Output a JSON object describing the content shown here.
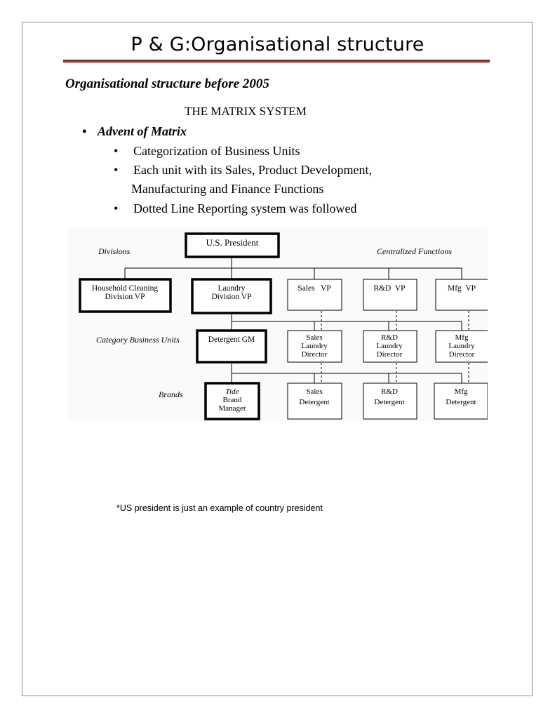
{
  "page": {
    "title": "P & G:Organisational structure",
    "subheading": "Organisational structure before 2005",
    "matrix_heading": "THE MATRIX SYSTEM",
    "bullet": "Advent of Matrix",
    "sub_bullets": [
      "Categorization of Business Units",
      "Each unit with its Sales, Product Development,",
      "Manufacturing and Finance Functions",
      "Dotted Line Reporting system was followed"
    ],
    "bullet_symbol": "•",
    "footnote": "*US president is just an example of country president",
    "accent_color": "#7b2a26"
  },
  "org_chart": {
    "row_labels": {
      "divisions": "Divisions",
      "centralized": "Centralized Functions",
      "category": "Category Business Units",
      "brands": "Brands"
    },
    "president": "U.S. President",
    "household": [
      "Household Cleaning",
      "Division VP"
    ],
    "laundry": [
      "Laundry",
      "Division VP"
    ],
    "sales_vp": "Sales   VP",
    "rd_vp": "R&D  VP",
    "mfg_vp": "Mfg  VP",
    "detergent_gm": "Detergent GM",
    "sales_laundry": [
      "Sales",
      "Laundry",
      "Director"
    ],
    "rd_laundry": [
      "R&D",
      "Laundry",
      "Director"
    ],
    "mfg_laundry": [
      "Mfg",
      "Laundry",
      "Director"
    ],
    "tide": [
      "Tide",
      "Brand",
      "Manager"
    ],
    "sales_detergent": [
      "Sales",
      "Detergent"
    ],
    "rd_detergent": [
      "R&D",
      "Detergent"
    ],
    "mfg_detergent": [
      "Mfg",
      "Detergent"
    ]
  }
}
